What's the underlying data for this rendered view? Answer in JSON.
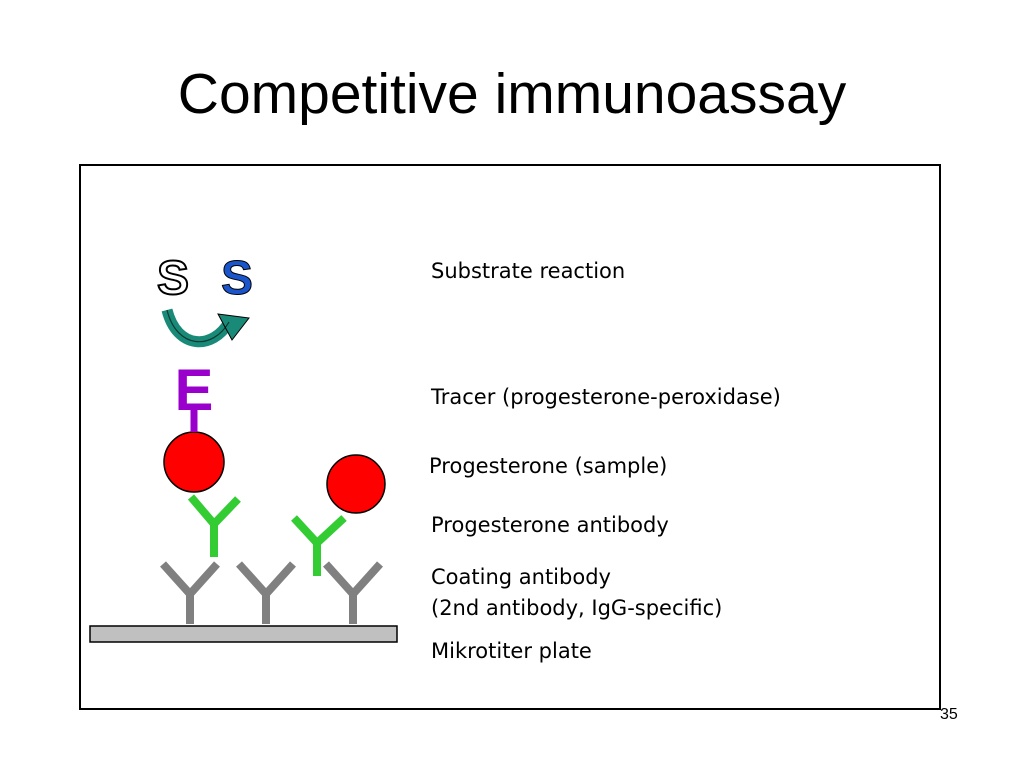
{
  "slide": {
    "title": "Competitive immunoassay",
    "page_number": "35"
  },
  "diagram": {
    "substrate_symbols": [
      "S",
      "S"
    ],
    "enzyme_symbol": "E",
    "labels": {
      "substrate_reaction": "Substrate reaction",
      "tracer": "Tracer (progesterone-peroxidase)",
      "progesterone_sample": "Progesterone (sample)",
      "progesterone_antibody": "Progesterone antibody",
      "coating_antibody_line1": "Coating antibody",
      "coating_antibody_line2": "(2nd antibody, IgG-specific)",
      "microtiter_plate": "Mikrotiter plate"
    }
  },
  "colors": {
    "progesterone_red": "#ff0000",
    "antibody_green": "#33cc33",
    "coating_gray": "#808080",
    "plate_gray": "#c0c0c0",
    "enzyme_purple": "#9900cc",
    "arrow_teal": "#1a8a78",
    "substrate_blue": "#1a55cc"
  }
}
